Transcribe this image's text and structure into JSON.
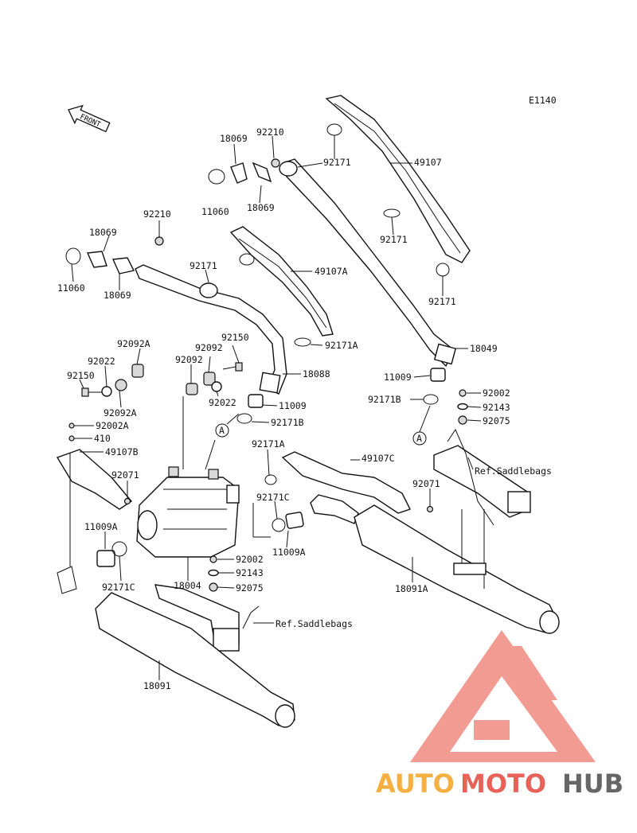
{
  "diagram_code": "E1140",
  "front_label": "FRONT",
  "parts": [
    {
      "id": "lbl-18069-top",
      "text": "18069"
    },
    {
      "id": "lbl-92210-top",
      "text": "92210"
    },
    {
      "id": "lbl-11060-top",
      "text": "11060"
    },
    {
      "id": "lbl-18069-top2",
      "text": "18069"
    },
    {
      "id": "lbl-92171-top",
      "text": "92171"
    },
    {
      "id": "lbl-49107",
      "text": "49107"
    },
    {
      "id": "lbl-92171-mid",
      "text": "92171"
    },
    {
      "id": "lbl-92171-right",
      "text": "92171"
    },
    {
      "id": "lbl-92210-left",
      "text": "92210"
    },
    {
      "id": "lbl-18069-left",
      "text": "18069"
    },
    {
      "id": "lbl-11060-left",
      "text": "11060"
    },
    {
      "id": "lbl-18069-left2",
      "text": "18069"
    },
    {
      "id": "lbl-92171-left",
      "text": "92171"
    },
    {
      "id": "lbl-49107A",
      "text": "49107A"
    },
    {
      "id": "lbl-92171A-top",
      "text": "92171A"
    },
    {
      "id": "lbl-18049",
      "text": "18049"
    },
    {
      "id": "lbl-11009-right",
      "text": "11009"
    },
    {
      "id": "lbl-92171B-right",
      "text": "92171B"
    },
    {
      "id": "lbl-92002-right",
      "text": "92002"
    },
    {
      "id": "lbl-92143-right",
      "text": "92143"
    },
    {
      "id": "lbl-92075-right",
      "text": "92075"
    },
    {
      "id": "lbl-92092A-top",
      "text": "92092A"
    },
    {
      "id": "lbl-92022-left",
      "text": "92022"
    },
    {
      "id": "lbl-92150-left",
      "text": "92150"
    },
    {
      "id": "lbl-92092A-low",
      "text": "92092A"
    },
    {
      "id": "lbl-92092-a",
      "text": "92092"
    },
    {
      "id": "lbl-92092-b",
      "text": "92092"
    },
    {
      "id": "lbl-92150-mid",
      "text": "92150"
    },
    {
      "id": "lbl-92022-mid",
      "text": "92022"
    },
    {
      "id": "lbl-18088",
      "text": "18088"
    },
    {
      "id": "lbl-11009-mid",
      "text": "11009"
    },
    {
      "id": "lbl-92171B-mid",
      "text": "92171B"
    },
    {
      "id": "lbl-92002A",
      "text": "92002A"
    },
    {
      "id": "lbl-410",
      "text": "410"
    },
    {
      "id": "lbl-49107B",
      "text": "49107B"
    },
    {
      "id": "lbl-92071-left",
      "text": "92071"
    },
    {
      "id": "lbl-92171A-mid",
      "text": "92171A"
    },
    {
      "id": "lbl-49107C",
      "text": "49107C"
    },
    {
      "id": "lbl-92071-right",
      "text": "92071"
    },
    {
      "id": "lbl-92171C-mid",
      "text": "92171C"
    },
    {
      "id": "lbl-11009A-mid",
      "text": "11009A"
    },
    {
      "id": "lbl-11009A-left",
      "text": "11009A"
    },
    {
      "id": "lbl-92171C-left",
      "text": "92171C"
    },
    {
      "id": "lbl-92002-mid",
      "text": "92002"
    },
    {
      "id": "lbl-92143-mid",
      "text": "92143"
    },
    {
      "id": "lbl-92075-mid",
      "text": "92075"
    },
    {
      "id": "lbl-18004",
      "text": "18004"
    },
    {
      "id": "lbl-18091A",
      "text": "18091A"
    },
    {
      "id": "lbl-18091",
      "text": "18091"
    }
  ],
  "refs": {
    "saddlebags_right": "Ref.Saddlebags",
    "saddlebags_left": "Ref.Saddlebags"
  },
  "markers": {
    "a1": "A",
    "a2": "A"
  },
  "watermark": {
    "auto": "AUTO",
    "moto": "MOTO",
    "hub": "HUB",
    "color_auto": "#f5b041",
    "color_moto": "#e8625a",
    "color_hub": "#666666",
    "logo_color": "#f08a80"
  }
}
